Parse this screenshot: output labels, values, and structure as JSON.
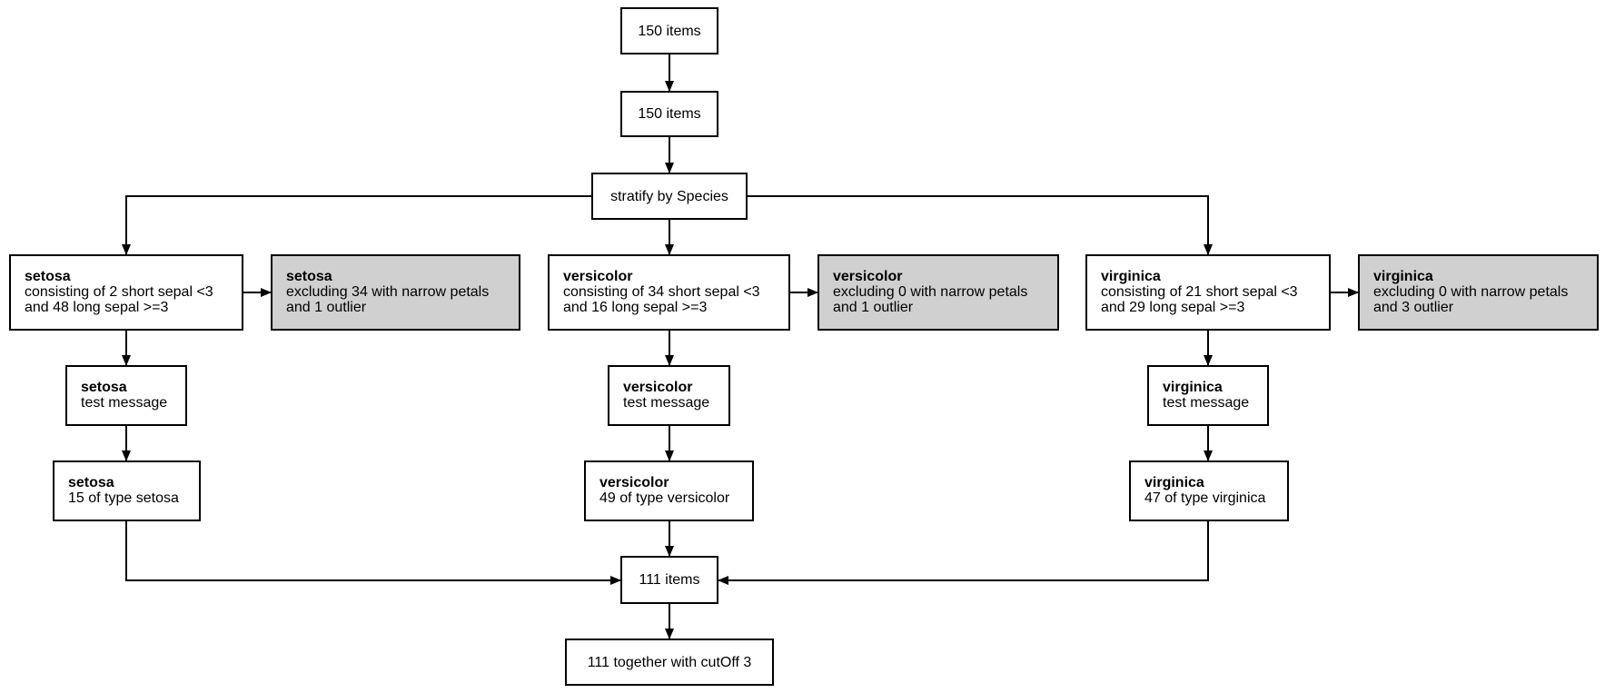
{
  "nodes": {
    "top": {
      "text": "150 items"
    },
    "second": {
      "text": "150 items"
    },
    "stratify": {
      "text": "stratify by Species"
    },
    "setosa_split": {
      "title": "setosa",
      "line1": "consisting of 2 short sepal <3",
      "line2": "and 48 long sepal >=3"
    },
    "setosa_excl": {
      "title": "setosa",
      "line1": "excluding 34 with narrow petals",
      "line2": "and 1 outlier"
    },
    "setosa_test": {
      "title": "setosa",
      "line1": "test message"
    },
    "setosa_type": {
      "title": "setosa",
      "line1": "15 of type setosa"
    },
    "versicolor_split": {
      "title": "versicolor",
      "line1": "consisting of 34 short sepal <3",
      "line2": "and 16 long sepal >=3"
    },
    "versicolor_excl": {
      "title": "versicolor",
      "line1": "excluding 0 with narrow petals",
      "line2": "and 1 outlier"
    },
    "versicolor_test": {
      "title": "versicolor",
      "line1": "test message"
    },
    "versicolor_type": {
      "title": "versicolor",
      "line1": "49 of type versicolor"
    },
    "virginica_split": {
      "title": "virginica",
      "line1": "consisting of 21 short sepal <3",
      "line2": "and 29 long sepal >=3"
    },
    "virginica_excl": {
      "title": "virginica",
      "line1": "excluding 0 with narrow petals",
      "line2": "and 3 outlier"
    },
    "virginica_test": {
      "title": "virginica",
      "line1": "test message"
    },
    "virginica_type": {
      "title": "virginica",
      "line1": "47 of type virginica"
    },
    "merged": {
      "text": "111 items"
    },
    "final": {
      "text": "111 together with cutOff 3"
    }
  },
  "colors": {
    "excluded_fill": "#d0d0d0",
    "box_fill": "#ffffff",
    "stroke": "#000000"
  }
}
